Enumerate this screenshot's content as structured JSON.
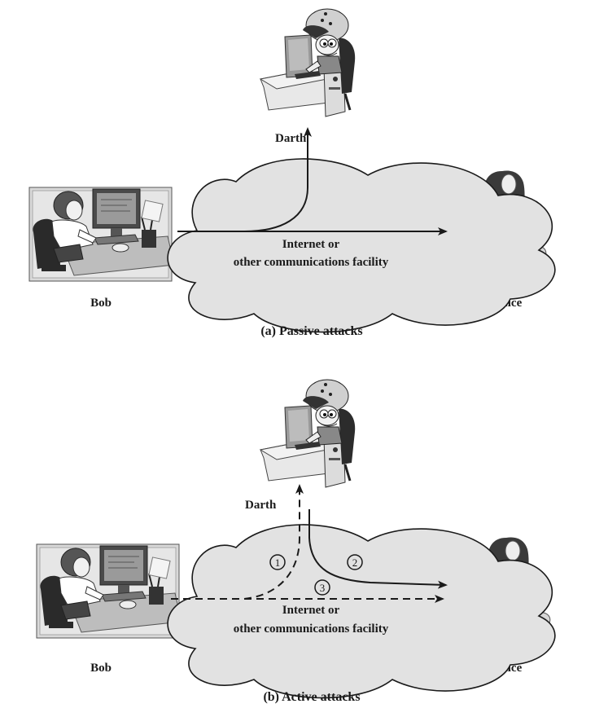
{
  "passive": {
    "eavesdropper_label": "Darth",
    "sender_label": "Bob",
    "receiver_label": "Alice",
    "cloud_line1": "Internet or",
    "cloud_line2": "other communications facility",
    "caption": "(a) Passive attacks"
  },
  "active": {
    "attacker_label": "Darth",
    "sender_label": "Bob",
    "receiver_label": "Alice",
    "cloud_line1": "Internet or",
    "cloud_line2": "other communications facility",
    "caption": "(b) Active attacks",
    "path_markers": [
      "1",
      "2",
      "3"
    ]
  },
  "colors": {
    "cloud_fill": "#e2e2e2",
    "ink": "#1a1a1a",
    "screen": "#8a8a8a"
  },
  "icons": {
    "bob": "person-at-desktop-computer",
    "darth": "hacker-at-desk",
    "alice": "person-with-laptop"
  }
}
